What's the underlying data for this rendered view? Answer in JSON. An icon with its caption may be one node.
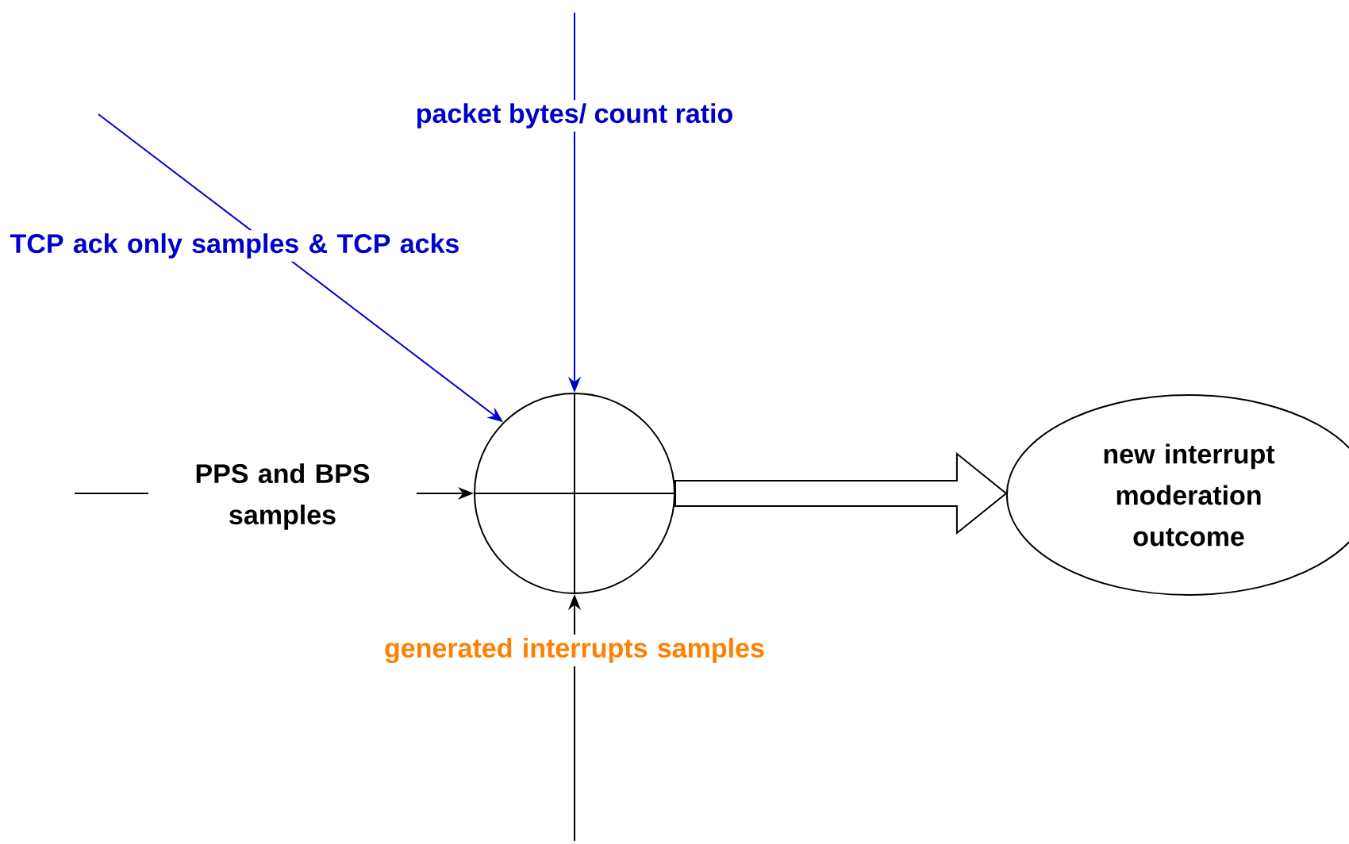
{
  "diagram": {
    "nodes": [
      {
        "text": [],
        "shape": "circle"
      },
      {
        "text": [
          "new interrupt moderation outcome"
        ]
      }
    ],
    "edges": [
      {
        "from": null,
        "to": 0,
        "arrow": "to",
        "label": "TCP ack only samples & TCP acks",
        "color": "#0000cc"
      },
      {
        "from": null,
        "to": 0,
        "arrow": "to",
        "label": "packet bytes/ count ratio",
        "color": "#0000cc"
      },
      {
        "from": null,
        "to": 0,
        "arrow": "to",
        "label": "PPS and BPS samples",
        "color": "#000000"
      },
      {
        "from": null,
        "to": 0,
        "arrow": "to",
        "label": "generated interrupts samples",
        "color": "#000000"
      },
      {
        "from": 0,
        "to": 1,
        "arrow": "to",
        "style": "thick",
        "color": "#000000"
      }
    ]
  }
}
